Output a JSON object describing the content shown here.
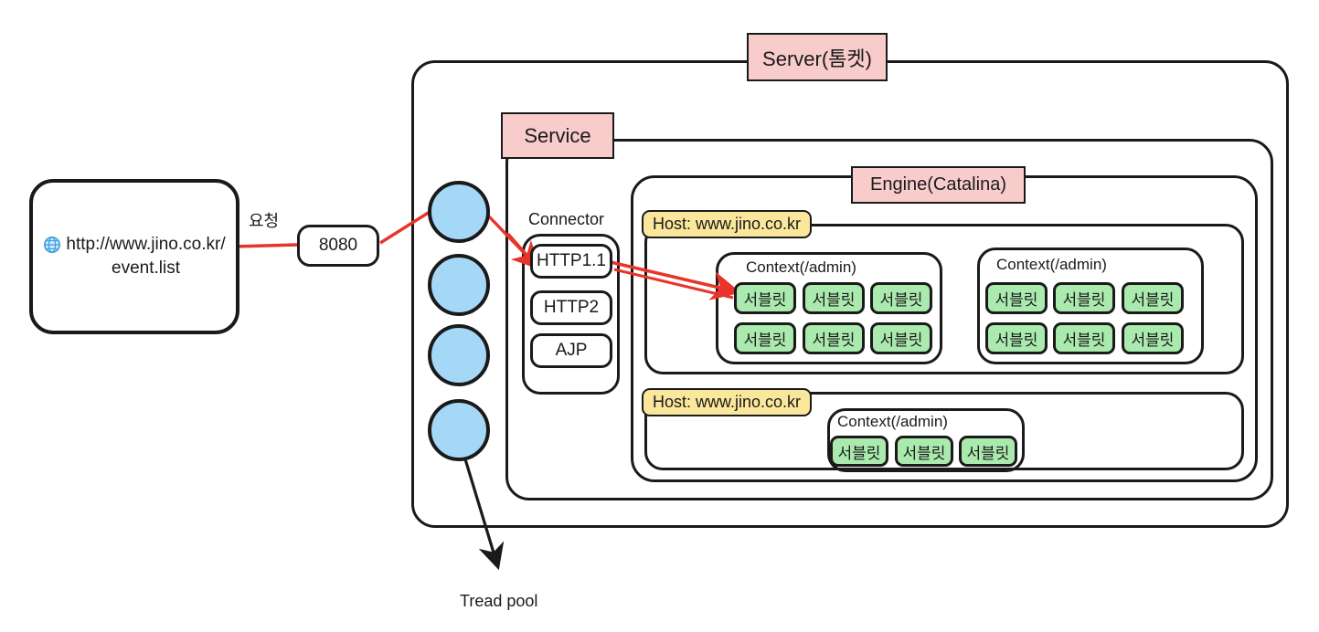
{
  "diagram": {
    "title_tags": {
      "server": "Server(톰켓)",
      "service": "Service",
      "engine": "Engine(Catalina)"
    },
    "client": {
      "icon": "globe-icon",
      "url_line1": "http://www.jino.co.kr/",
      "url_line2": "event.list"
    },
    "request_label": "요청",
    "port_box": "8080",
    "connector": {
      "label": "Connector",
      "protocols": [
        "HTTP1.1",
        "HTTP2",
        "AJP"
      ]
    },
    "thread_pool": {
      "label": "Tread pool",
      "count": 4
    },
    "hosts": [
      {
        "label": "Host: www.jino.co.kr",
        "contexts": [
          {
            "label": "Context(/admin)",
            "servlets": [
              "서블릿",
              "서블릿",
              "서블릿",
              "서블릿",
              "서블릿",
              "서블릿"
            ]
          },
          {
            "label": "Context(/admin)",
            "servlets": [
              "서블릿",
              "서블릿",
              "서블릿",
              "서블릿",
              "서블릿",
              "서블릿"
            ]
          }
        ]
      },
      {
        "label": "Host: www.jino.co.kr",
        "contexts": [
          {
            "label": "Context(/admin)",
            "servlets": [
              "서블릿",
              "서블릿",
              "서블릿"
            ]
          }
        ]
      }
    ],
    "colors": {
      "tag_pink": "#f9cccc",
      "tag_yellow": "#fbe79b",
      "servlet_green": "#aaeaae",
      "thread_blue": "#a5d8f7",
      "flow_red": "#e8342a",
      "stroke": "#1a1a1a"
    }
  }
}
